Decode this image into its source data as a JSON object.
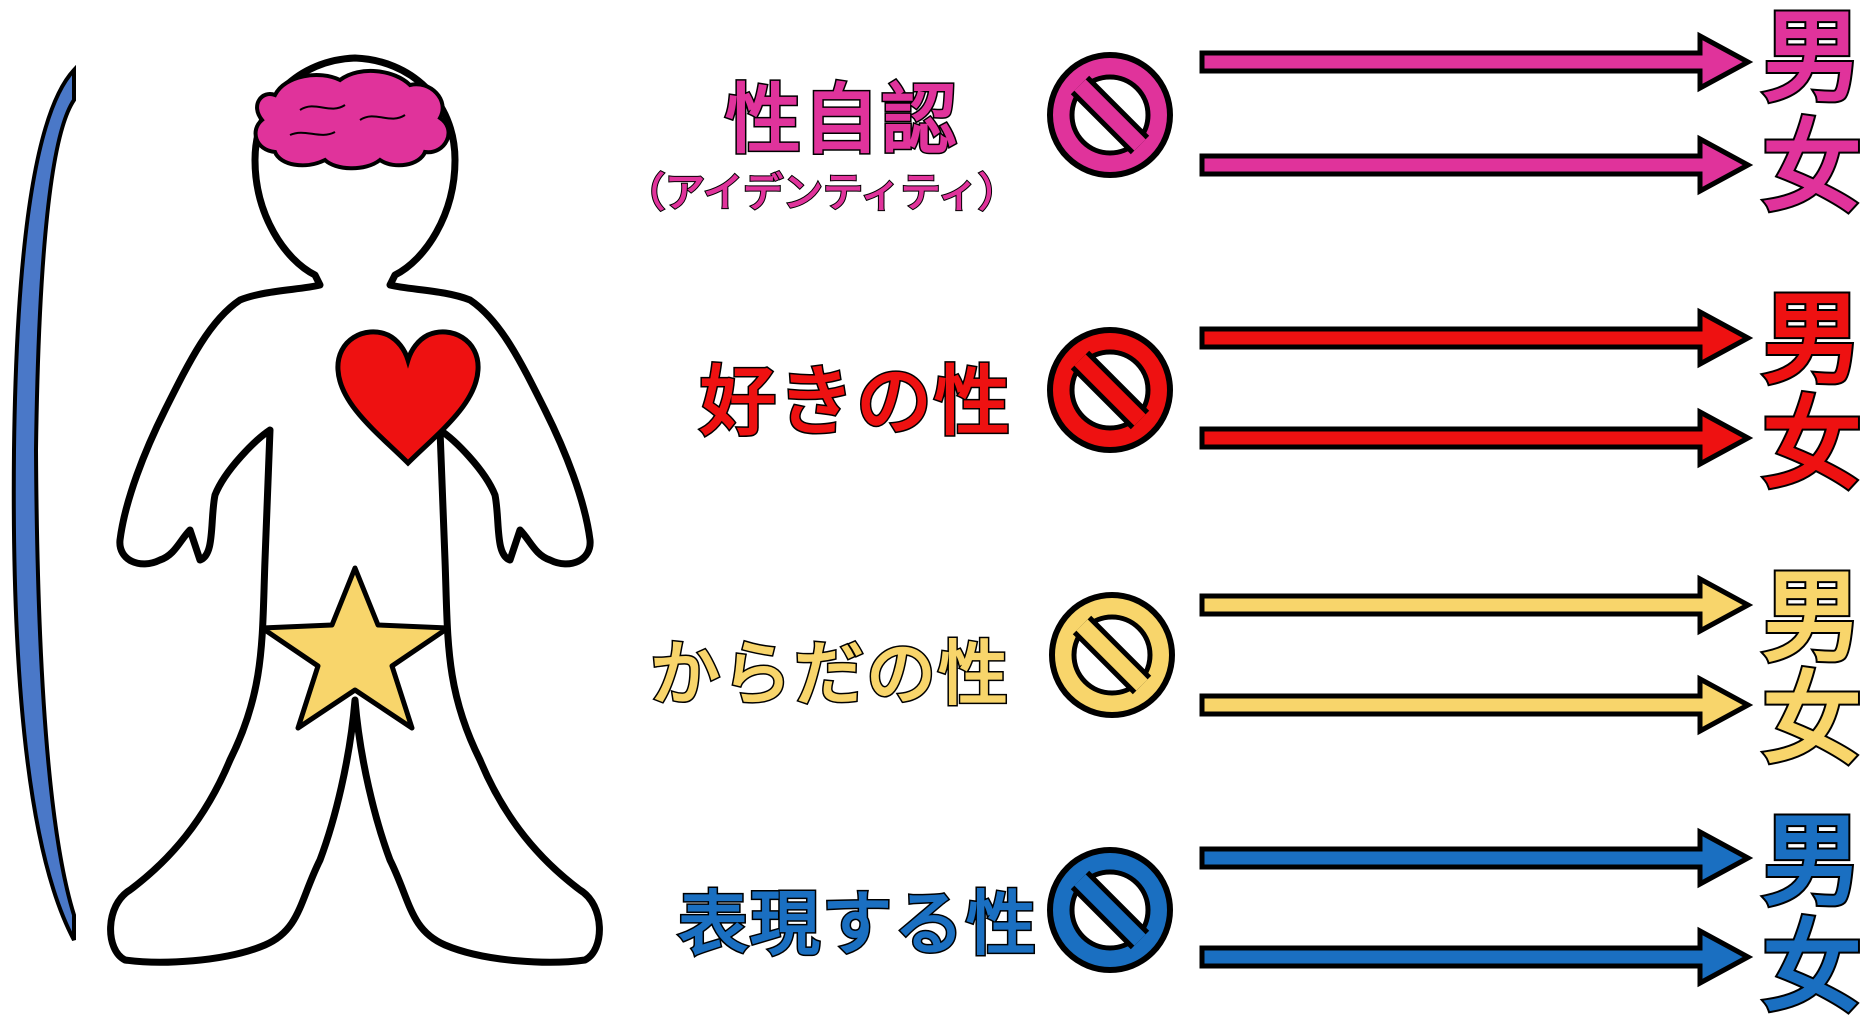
{
  "rows": [
    {
      "label": "性自認",
      "sub": "（アイデンティティ）",
      "color": "#e0339b",
      "male": "男",
      "female": "女"
    },
    {
      "label": "好きの性",
      "sub": "",
      "color": "#ee1111",
      "male": "男",
      "female": "女"
    },
    {
      "label": "からだの性",
      "sub": "",
      "color": "#f8d56b",
      "male": "男",
      "female": "女"
    },
    {
      "label": "表現する性",
      "sub": "",
      "color": "#1a6fc1",
      "male": "男",
      "female": "女"
    }
  ],
  "icons": {
    "brain": "brain-icon",
    "heart": "heart-icon",
    "star": "star-icon",
    "prohibit": "prohibition-icon"
  },
  "bracket_color": "#4a78c8"
}
